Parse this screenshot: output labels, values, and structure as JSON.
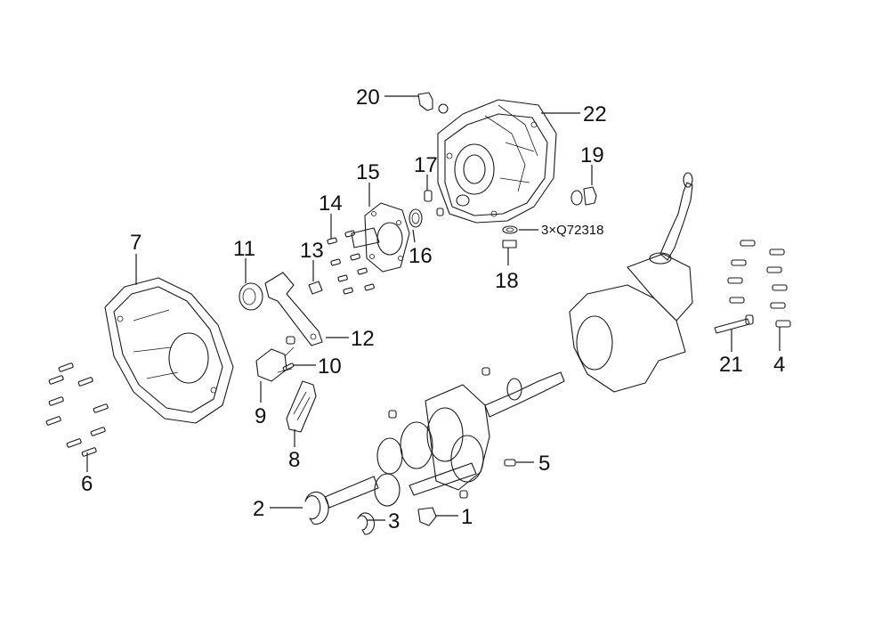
{
  "diagram": {
    "callouts": {
      "c1": "1",
      "c2": "2",
      "c3": "3",
      "c4": "4",
      "c5": "5",
      "c6": "6",
      "c7": "7",
      "c8": "8",
      "c9": "9",
      "c10": "10",
      "c11": "11",
      "c12": "12",
      "c13": "13",
      "c14": "14",
      "c15": "15",
      "c16": "16",
      "c17": "17",
      "c18": "18",
      "c19": "19",
      "c20": "20",
      "c21": "21",
      "c22": "22"
    },
    "notes": {
      "gasket_qty": "3×Q72318"
    }
  }
}
